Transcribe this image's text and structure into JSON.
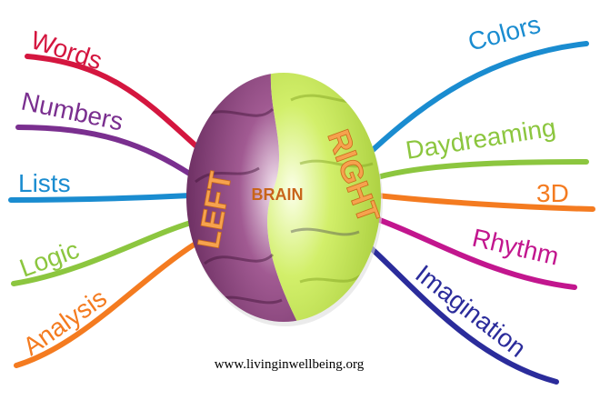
{
  "title": "BRAIN",
  "hemispheres": {
    "left": "LEFT",
    "right": "RIGHT"
  },
  "website": "www.livinginwellbeing.org",
  "left_branches": [
    {
      "label": "Words",
      "color": "#d4163f"
    },
    {
      "label": "Numbers",
      "color": "#7a2f8f"
    },
    {
      "label": "Lists",
      "color": "#1a8cd0"
    },
    {
      "label": "Logic",
      "color": "#8cc63f"
    },
    {
      "label": "Analysis",
      "color": "#f47b20"
    }
  ],
  "right_branches": [
    {
      "label": "Colors",
      "color": "#1a8cd0"
    },
    {
      "label": "Daydreaming",
      "color": "#8cc63f"
    },
    {
      "label": "3D",
      "color": "#f47b20"
    },
    {
      "label": "Rhythm",
      "color": "#c2168e"
    },
    {
      "label": "Imagination",
      "color": "#2b2c9b"
    }
  ],
  "colors": {
    "left_brain": "#7b3570",
    "right_brain": "#c6e85a",
    "title": "#c8641a"
  }
}
